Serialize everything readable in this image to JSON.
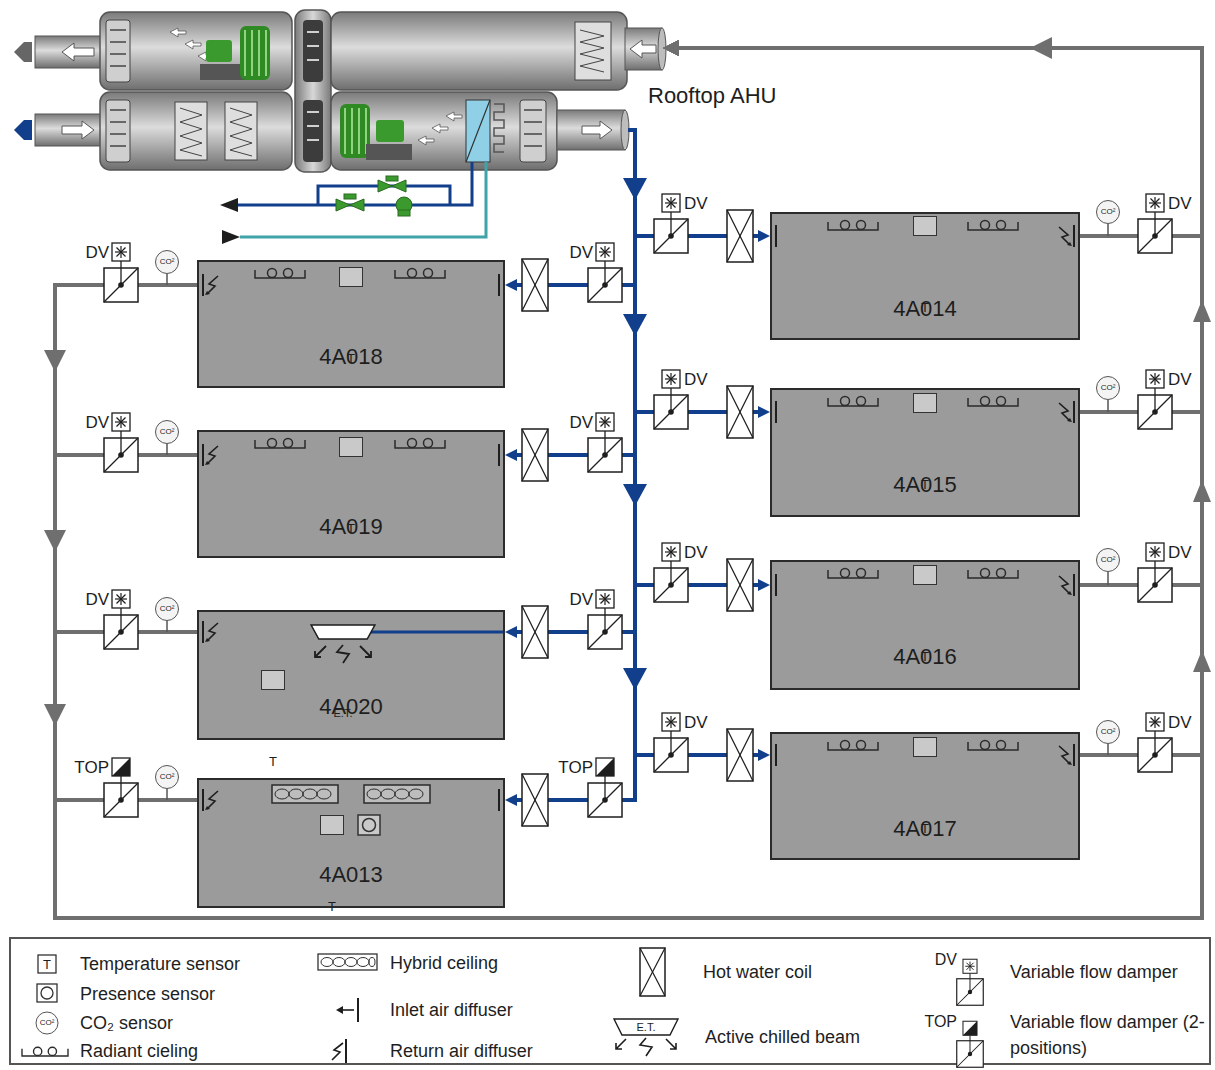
{
  "diagram": {
    "nodes": [
      {
        "text": [
          "Rooftop AHU"
        ]
      },
      {
        "text": [
          "4A018"
        ]
      },
      {
        "text": [
          "T"
        ],
        "in": 1
      },
      {
        "text": [
          "CO²"
        ]
      },
      {
        "text": [
          "4A014"
        ]
      },
      {
        "text": [
          "T"
        ],
        "in": 4
      },
      {
        "text": [
          "CO²"
        ]
      },
      {
        "text": [
          "4A019"
        ]
      },
      {
        "text": [
          "T"
        ],
        "in": 7
      },
      {
        "text": [
          "CO²"
        ]
      },
      {
        "text": [
          "4A015"
        ]
      },
      {
        "text": [
          "T"
        ],
        "in": 10
      },
      {
        "text": [
          "CO²"
        ]
      },
      {
        "text": [
          "4A020"
        ]
      },
      {
        "text": [
          "E.T."
        ],
        "in": 13
      },
      {
        "text": [
          "T"
        ],
        "in": 13
      },
      {
        "text": [
          "CO²"
        ]
      },
      {
        "text": [
          "4A016"
        ]
      },
      {
        "text": [
          "T"
        ],
        "in": 17
      },
      {
        "text": [
          "CO²"
        ]
      },
      {
        "text": [
          "4A013"
        ]
      },
      {
        "text": [
          "T"
        ],
        "in": 20
      },
      {
        "text": [
          "CO²"
        ]
      },
      {
        "text": [
          "4A017"
        ]
      },
      {
        "text": [
          "T"
        ],
        "in": 23
      },
      {
        "text": [
          "CO²"
        ]
      }
    ],
    "edges": [
      {
        "from": 0,
        "to": 1,
        "arrow": "to"
      },
      {
        "from": 0,
        "to": 4,
        "arrow": "to"
      },
      {
        "from": 0,
        "to": 7,
        "arrow": "to"
      },
      {
        "from": 0,
        "to": 10,
        "arrow": "to"
      },
      {
        "from": 0,
        "to": 13,
        "arrow": "to"
      },
      {
        "from": 0,
        "to": 17,
        "arrow": "to"
      },
      {
        "from": 0,
        "to": 20,
        "arrow": "to"
      },
      {
        "from": 0,
        "to": 23,
        "arrow": "to"
      },
      {
        "from": 1,
        "to": 0,
        "arrow": "to"
      },
      {
        "from": 4,
        "to": 0,
        "arrow": "to"
      },
      {
        "from": 7,
        "to": 0,
        "arrow": "to"
      },
      {
        "from": 10,
        "to": 0,
        "arrow": "to"
      },
      {
        "from": 13,
        "to": 0,
        "arrow": "to"
      },
      {
        "from": 17,
        "to": 0,
        "arrow": "to"
      },
      {
        "from": 20,
        "to": 0,
        "arrow": "to"
      },
      {
        "from": 23,
        "to": 0,
        "arrow": "to"
      }
    ],
    "labels": [
      "DV",
      "DV",
      "DV",
      "DV",
      "DV",
      "DV",
      "DV",
      "DV",
      "DV",
      "DV",
      "DV",
      "DV",
      "DV",
      "DV",
      "TOP",
      "TOP",
      "T",
      "CO²",
      "E.T.",
      "DV",
      "TOP"
    ],
    "legend": [
      {
        "text": "Temperature sensor"
      },
      {
        "text": "Presence sensor"
      },
      {
        "text": "CO₂ sensor"
      },
      {
        "text": "Radiant cieling"
      },
      {
        "text": "Hybrid ceiling"
      },
      {
        "text": "Inlet air diffuser"
      },
      {
        "text": "Return air diffuser"
      },
      {
        "text": "Hot water coil"
      },
      {
        "text": "Active chilled beam"
      },
      {
        "text": "Variable flow damper"
      },
      {
        "text": "Variable flow damper (2-positions)"
      }
    ]
  }
}
